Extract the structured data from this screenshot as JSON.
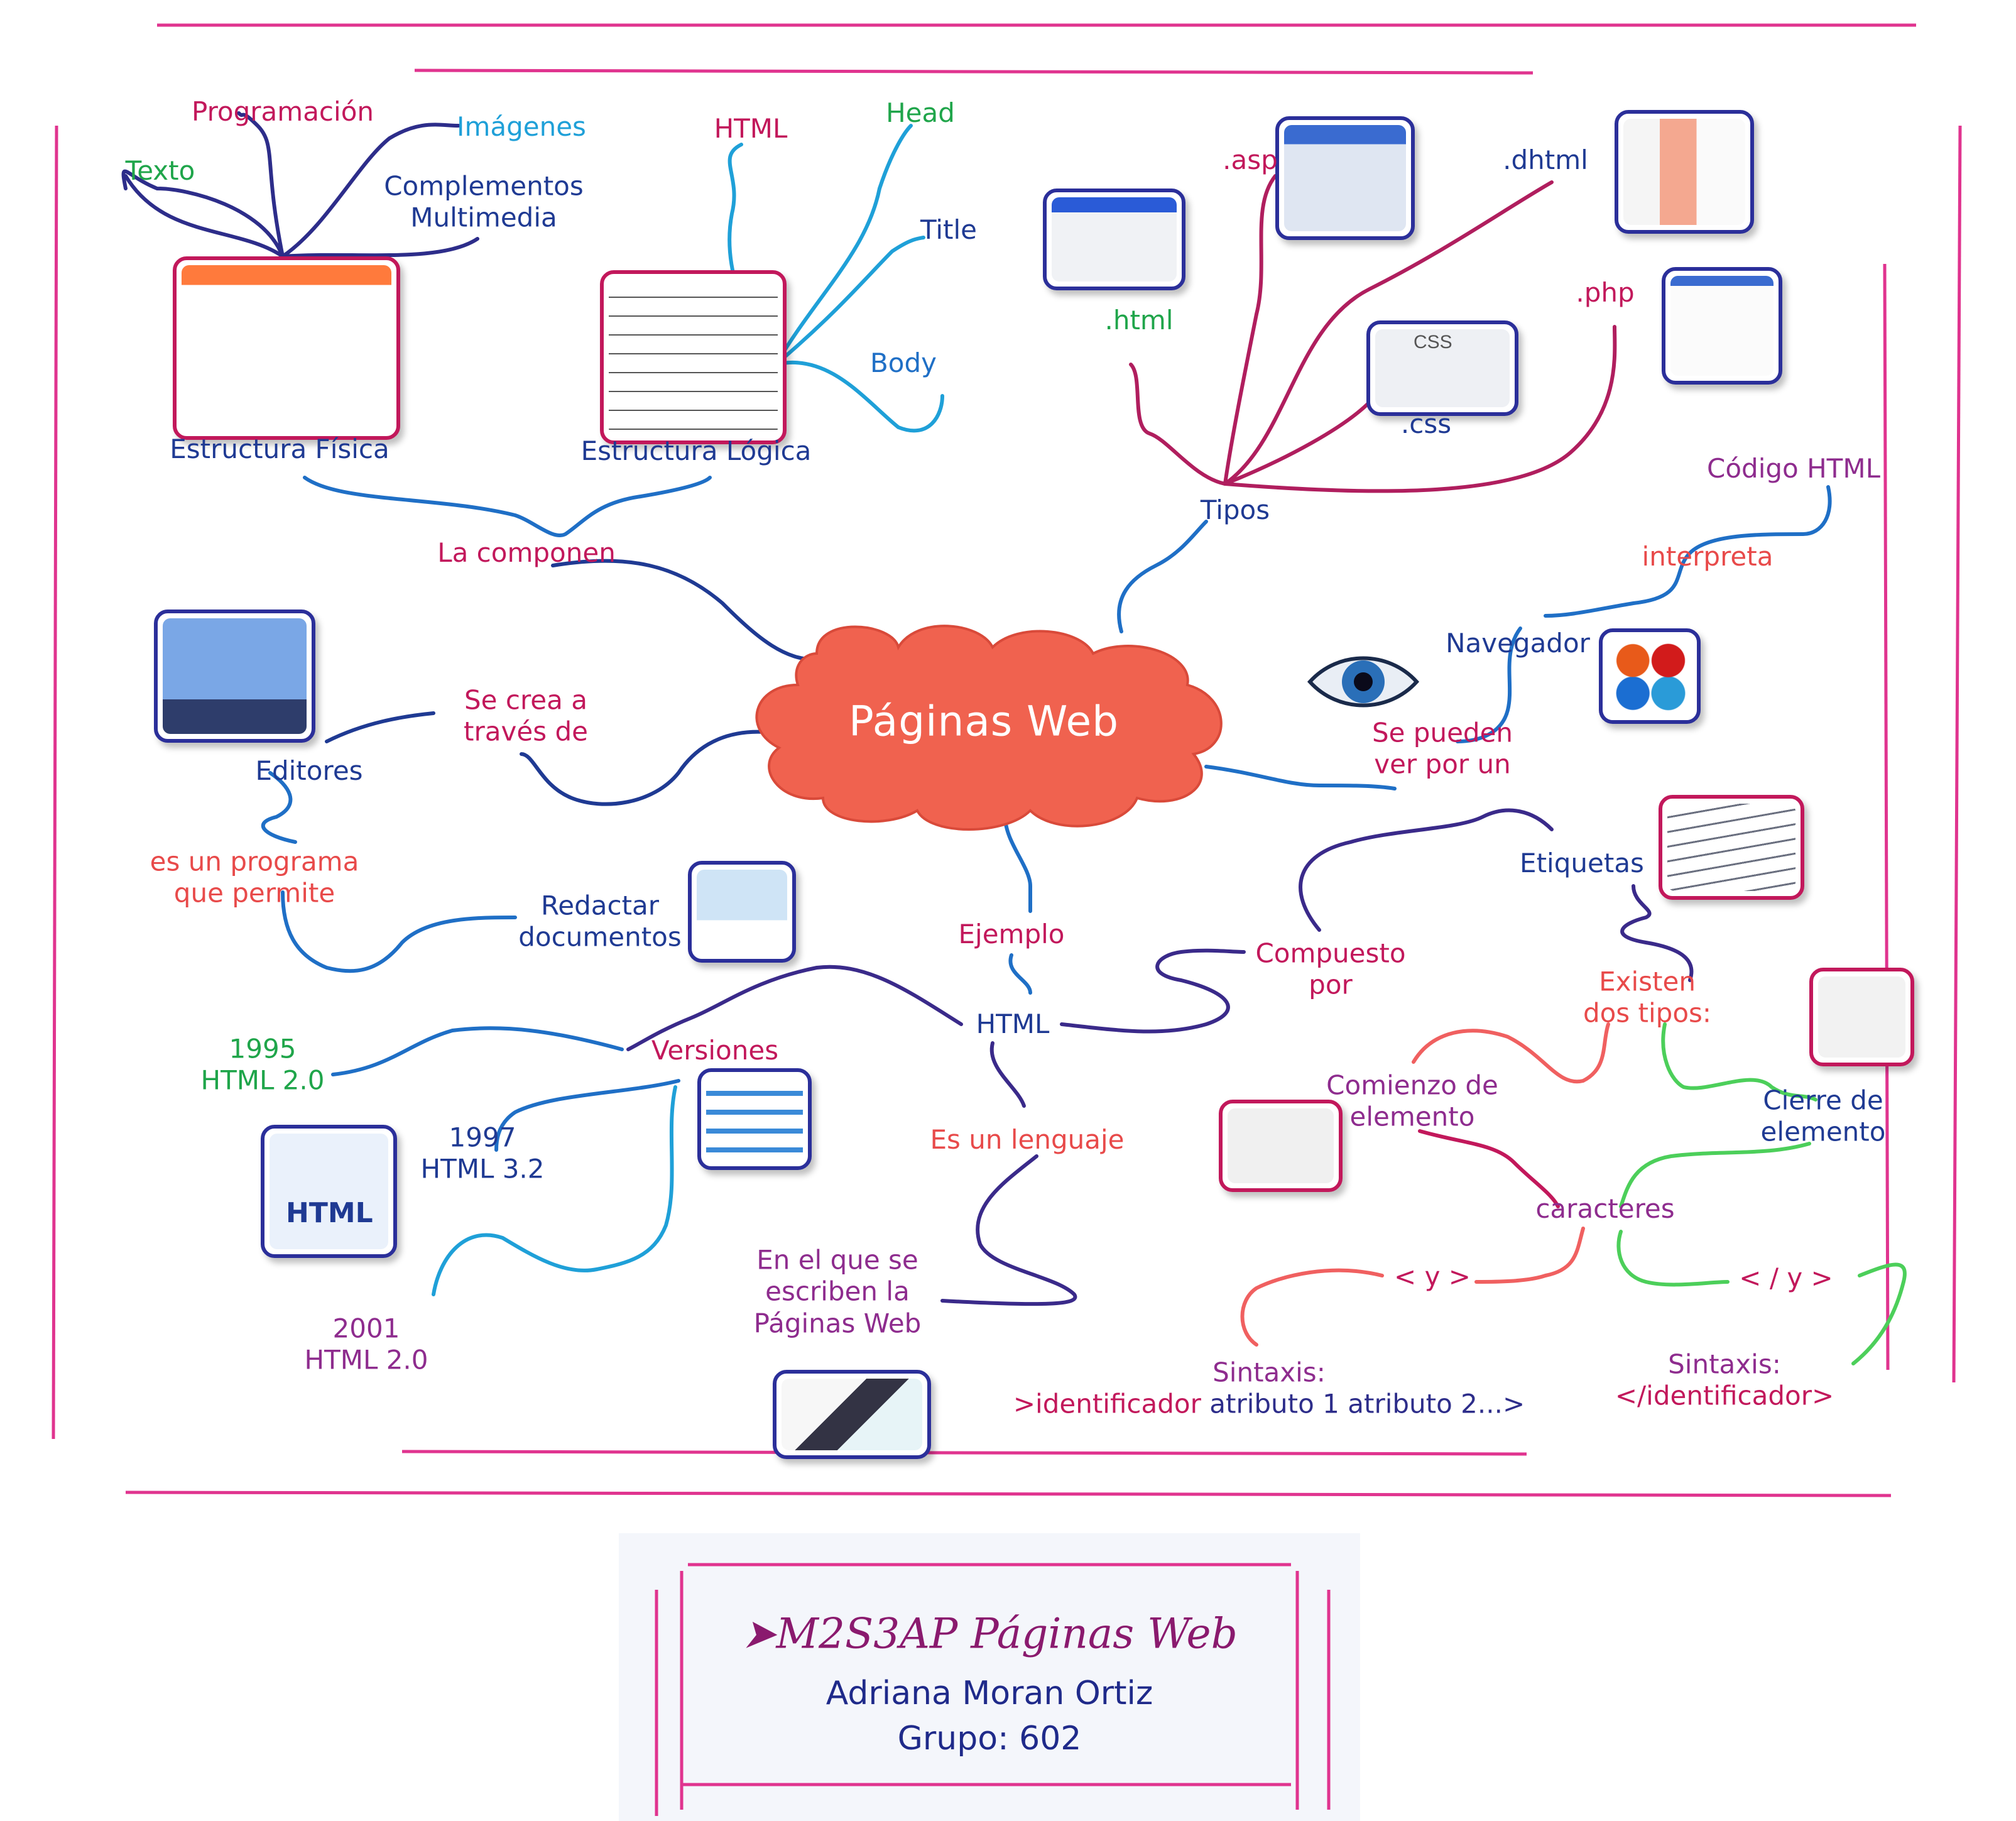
{
  "center": "Páginas Web",
  "colors": {
    "pink": "#d1246f",
    "blue": "#1f3a93",
    "cyan": "#1fa0d8",
    "navy": "#2d2d8a",
    "green": "#1fa54a",
    "red": "#e84a4a",
    "purple": "#8e2c8e",
    "cloud": "#f0624f",
    "border": "#e0348f"
  },
  "labels": {
    "programacion": "Programación",
    "imagenes": "Imágenes",
    "texto": "Texto",
    "complementos": "Complementos",
    "multimedia": "Multimedia",
    "estructura_fisica": "Estructura Física",
    "estructura_logica": "Estructura Lógica",
    "html_top": "HTML",
    "head": "Head",
    "title": "Title",
    "body": "Body",
    "asp": ".asp",
    "dhtml": ".dhtml",
    "html_ext": ".html",
    "php": ".php",
    "css": ".css",
    "tipos": "Tipos",
    "codigo_html": "Código HTML",
    "interpreta": "interpreta",
    "navegador": "Navegador",
    "se_pueden": "Se pueden",
    "ver_por_un": "ver por un",
    "la_componen": "La componen",
    "se_crea": "Se crea  a",
    "traves_de": "través de",
    "editores": "Editores",
    "es_un_programa": "es un programa",
    "que_permite": "que permite",
    "redactar": "Redactar",
    "documentos": "documentos",
    "ejemplo": "Ejemplo",
    "html_mid": "HTML",
    "versiones": "Versiones",
    "v1995": "1995",
    "v1995b": "HTML 2.0",
    "v1997": "1997",
    "v1997b": "HTML 3.2",
    "v2001": "2001",
    "v2001b": "HTML 2.0",
    "es_un_lenguaje": "Es un lenguaje",
    "en_el_que": "En el que se",
    "escriben": "escriben la",
    "paginas_web": "Páginas Web",
    "etiquetas": "Etiquetas",
    "compuesto": "Compuesto",
    "por": "por",
    "existen": "Existen",
    "dos_tipos": "dos tipos:",
    "comienzo": "Comienzo de",
    "elemento1": "elemento",
    "cierre": "Cierre de",
    "elemento2": "elemento",
    "caracteres": "caracteres",
    "open_chars": "< y >",
    "close_chars": "< / y >",
    "sintaxis1": "Sintaxis:",
    "sintaxis1_code": ">identificador",
    "sintaxis1_rest": " atributo 1 atributo 2...>",
    "sintaxis2": "Sintaxis:",
    "sintaxis2_code": "</identificador>",
    "html_icon": "HTML",
    "css_icon": "CSS"
  },
  "card": {
    "title": "➤M2S3AP Páginas Web",
    "name": "Adriana Moran Ortiz",
    "group": "Grupo: 602"
  }
}
